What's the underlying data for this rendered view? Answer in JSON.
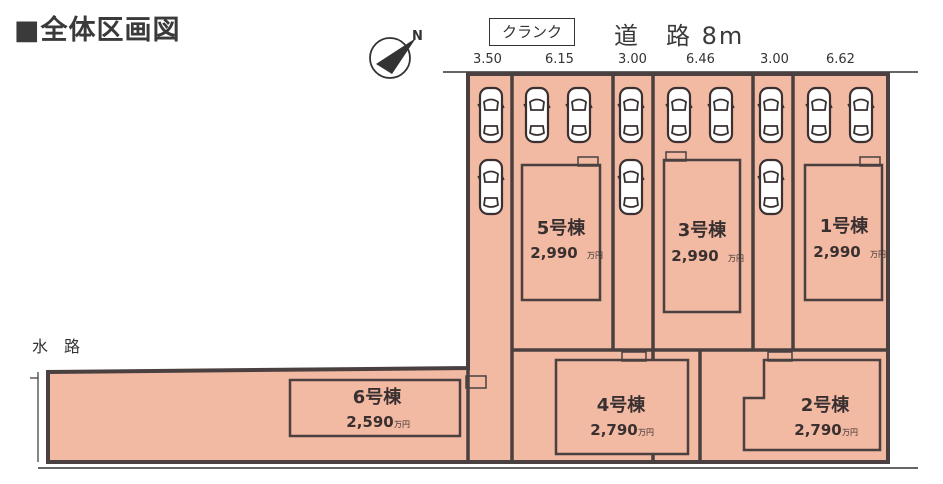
{
  "title": "■全体区画図",
  "road": {
    "label": "道　路 8m"
  },
  "crank": {
    "label": "クランク"
  },
  "waterway": {
    "label": "水　路"
  },
  "compass": {
    "north": "N"
  },
  "frontages": [
    "3.50",
    "6.15",
    "3.00",
    "6.46",
    "3.00",
    "6.62"
  ],
  "colors": {
    "lot_fill": "#f2b9a3",
    "boundary": "#4a4040",
    "line": "#333333"
  },
  "houses": [
    {
      "name": "5号棟",
      "price": "2,990",
      "unit": "万円"
    },
    {
      "name": "3号棟",
      "price": "2,990",
      "unit": "万円"
    },
    {
      "name": "1号棟",
      "price": "2,990",
      "unit": "万円"
    },
    {
      "name": "6号棟",
      "price": "2,590",
      "unit": "万円"
    },
    {
      "name": "4号棟",
      "price": "2,790",
      "unit": "万円"
    },
    {
      "name": "2号棟",
      "price": "2,790",
      "unit": "万円"
    }
  ],
  "parking_icon": "car-icon"
}
